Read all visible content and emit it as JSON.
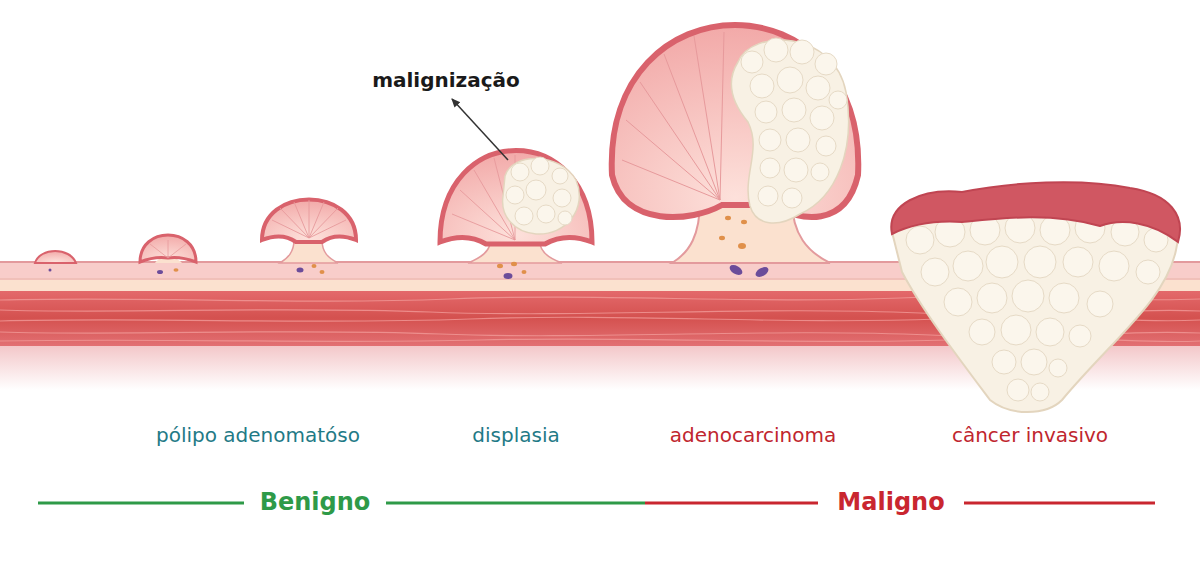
{
  "diagram": {
    "labels": [
      "malignização",
      "pólipo adenomatóso",
      "displasia",
      "adenocarcinoma",
      "câncer invasivo",
      "Benigno",
      "Maligno"
    ]
  }
}
